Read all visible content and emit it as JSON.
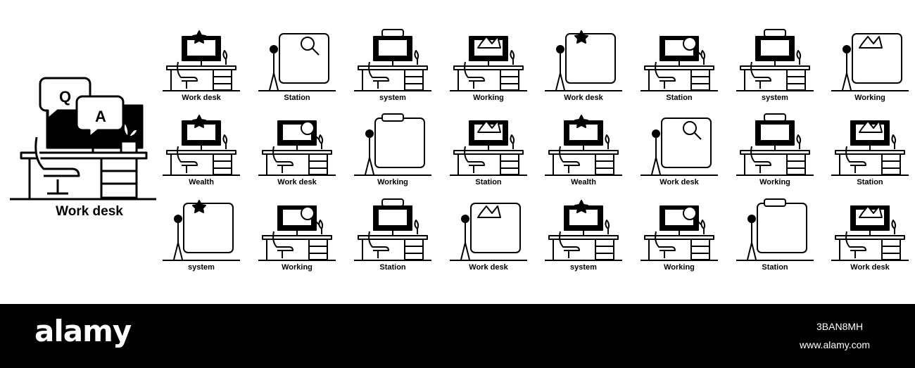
{
  "hero": {
    "label": "Work desk",
    "icon": "qa-monitor-desk-icon"
  },
  "icons": [
    {
      "label": "Work desk",
      "icon": "calculator-desk-icon"
    },
    {
      "label": "Station",
      "icon": "presenter-board-icon"
    },
    {
      "label": "system",
      "icon": "chat-desk-icon"
    },
    {
      "label": "Working",
      "icon": "checklist-meeting-icon"
    },
    {
      "label": "Work desk",
      "icon": "qa-desk-icon"
    },
    {
      "label": "Station",
      "icon": "presenter-house-icon"
    },
    {
      "label": "system",
      "icon": "building-desk-icon"
    },
    {
      "label": "Working",
      "icon": "emotion-meeting-icon"
    },
    {
      "label": "Wealth",
      "icon": "team-meeting-icon"
    },
    {
      "label": "Work desk",
      "icon": "video-call-desk-icon"
    },
    {
      "label": "Working",
      "icon": "growth-chart-board-icon"
    },
    {
      "label": "Station",
      "icon": "notebook-meeting-icon"
    },
    {
      "label": "Wealth",
      "icon": "document-meeting-icon"
    },
    {
      "label": "Work desk",
      "icon": "magnifier-star-desk-icon"
    },
    {
      "label": "Working",
      "icon": "chain-link-board-icon"
    },
    {
      "label": "Station",
      "icon": "qa-chart-meeting-icon"
    },
    {
      "label": "system",
      "icon": "crown-desk-icon"
    },
    {
      "label": "Working",
      "icon": "headset-worker-icon"
    },
    {
      "label": "Station",
      "icon": "trophy-presenter-icon"
    },
    {
      "label": "Work desk",
      "icon": "megaphone-desk-icon"
    },
    {
      "label": "system",
      "icon": "globe-star-desk-icon"
    },
    {
      "label": "Working",
      "icon": "globe-worker-icon"
    },
    {
      "label": "Station",
      "icon": "megaphone-presenter-icon"
    },
    {
      "label": "Work desk",
      "icon": "flag-star-desk-icon"
    }
  ],
  "footer": {
    "logo": "alamy",
    "image_id": "3BAN8MH",
    "site": "www.alamy.com"
  },
  "colors": {
    "ink": "#000000",
    "paper": "#ffffff",
    "accent": "#4a55a2"
  }
}
